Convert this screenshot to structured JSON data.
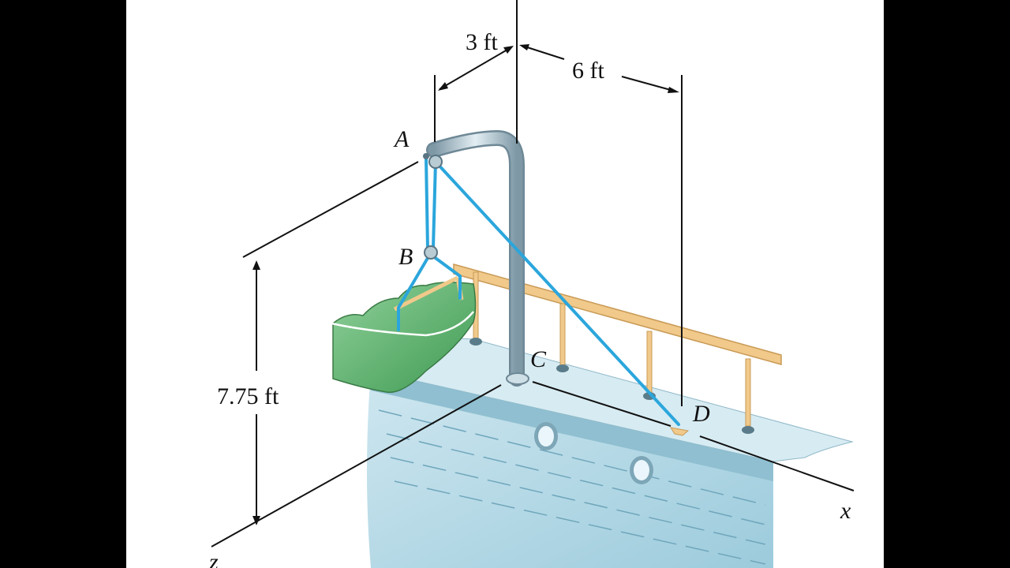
{
  "labels": {
    "A": "A",
    "B": "B",
    "C": "C",
    "D": "D",
    "x": "x",
    "z": "z"
  },
  "dimensions": {
    "d1": "3 ft",
    "d2": "6 ft",
    "d3": "7.75 ft"
  },
  "colors": {
    "cable": "#2ba6dc",
    "pole": "#9fb6c3",
    "hull": "#a9d3e1",
    "deck_rail": "#f0c98b",
    "boat": "#5fb56a",
    "line": "#111111"
  }
}
